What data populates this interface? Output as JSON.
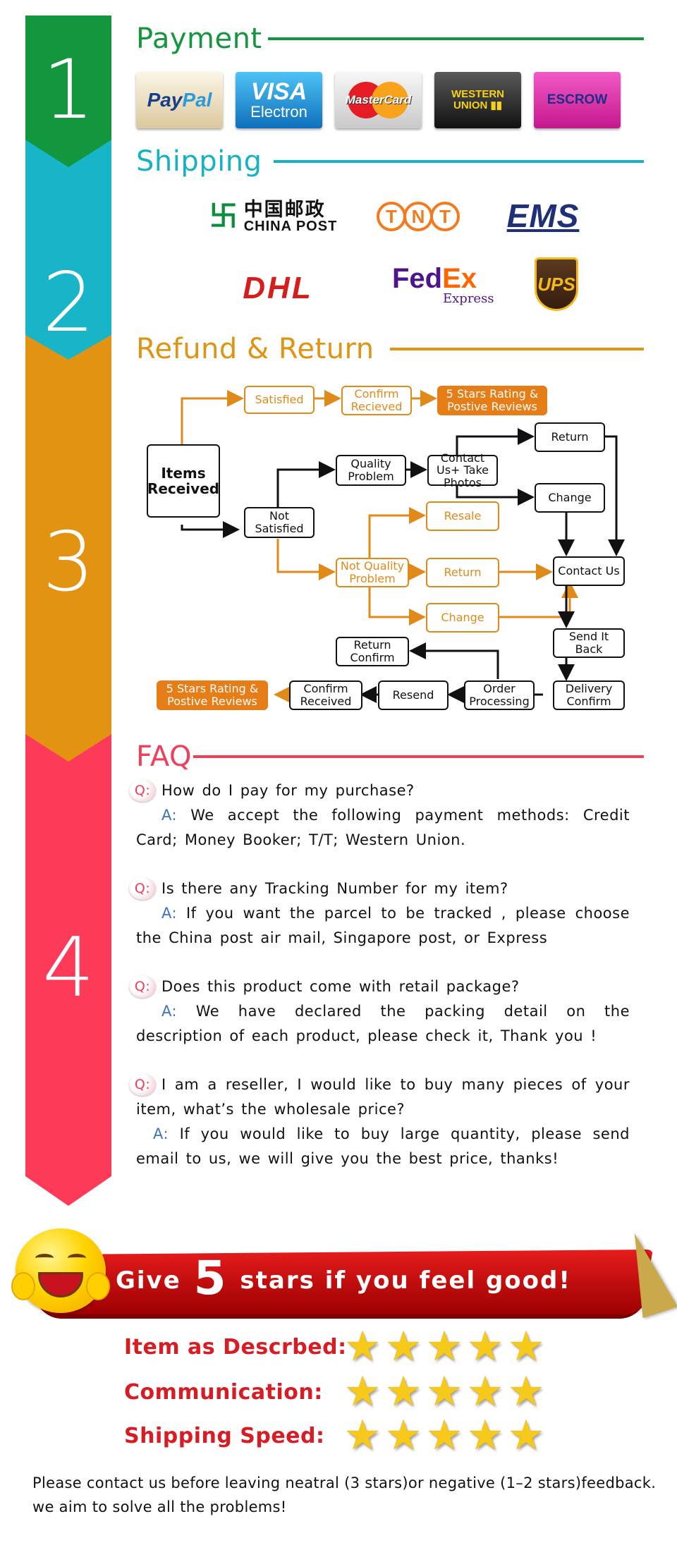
{
  "ribbon": [
    "1",
    "2",
    "3",
    "4"
  ],
  "sections": {
    "payment": "Payment",
    "shipping": "Shipping",
    "refund": "Refund & Return",
    "faq": "FAQ"
  },
  "payment_cards": {
    "paypal": [
      "Pay",
      "Pal"
    ],
    "visa": [
      "VISA",
      "Electron"
    ],
    "mastercard": "MasterCard",
    "western_union": [
      "WESTERN",
      "UNION"
    ],
    "escrow": "ESCROW"
  },
  "shipping_logos": {
    "china_post_cn": "中国邮政",
    "china_post_en": "CHINA POST",
    "tnt": [
      "T",
      "N",
      "T"
    ],
    "ems": "EMS",
    "dhl": "DHL",
    "fedex": [
      "Fed",
      "Ex",
      "Express"
    ],
    "ups": "UPS"
  },
  "flow": {
    "items_received": "Items Received",
    "satisfied": "Satisfied",
    "confirm_recieved": "Confirm Recieved",
    "five_stars_top": "5 Stars Rating & Postive Reviews",
    "not_satisfied": "Not Satisfied",
    "quality_problem": "Quality Problem",
    "contact_photos": "Contact Us+ Take Photos",
    "return_top": "Return",
    "change_top": "Change",
    "not_quality": "Not Quality Problem",
    "resale": "Resale",
    "return_mid": "Return",
    "change_bottom": "Change",
    "contact_us": "Contact Us",
    "send_back": "Send It Back",
    "return_confirm": "Return Confirm",
    "delivery_confirm": "Delivery Confirm",
    "order_processing": "Order Processing",
    "resend": "Resend",
    "confirm_received": "Confirm Received",
    "five_stars_bottom": "5 Stars Rating & Postive Reviews"
  },
  "faq": [
    {
      "q_badge": "Q:",
      "q": "How do I pay for my purchase?",
      "a_label": "A:",
      "a": "We accept the following payment methods: Credit Card; Money Booker; T/T; Western Union."
    },
    {
      "q_badge": "Q:",
      "q": "Is there any Tracking Number for my item?",
      "a_label": "A:",
      "a": "If you want the parcel to be tracked , please choose the China post air mail, Singapore post, or Express"
    },
    {
      "q_badge": "Q:",
      "q": "Does this product come with retail package?",
      "a_label": "A:",
      "a": "We have declared the packing detail on the description of each product, please check it, Thank you !"
    },
    {
      "q_badge": "Q:",
      "q": "I am a reseller, I would like to buy many pieces of your item, what’s the wholesale price?",
      "a_label": "A:",
      "a": "If you would like to buy large quantity, please send email to us, we will give you the best price, thanks!"
    }
  ],
  "banner": {
    "pre": "Give",
    "num": "5",
    "post": "stars if you feel good!"
  },
  "ratings": [
    {
      "label": "Item as Descrbed:",
      "stars": 5
    },
    {
      "label": "Communication:",
      "stars": 5
    },
    {
      "label": "Shipping Speed:",
      "stars": 5
    }
  ],
  "footer": "Please contact us before leaving neatral (3 stars)or negative (1–2 stars)feedback. we aim to solve all the problems!",
  "colors": {
    "payment": "#14963e",
    "shipping": "#16b2c4",
    "refund": "#df9413",
    "faq": "#ef3f5b",
    "rating_label": "#d71d23",
    "star": "#f6c91b",
    "banner": "#e61c1c"
  }
}
